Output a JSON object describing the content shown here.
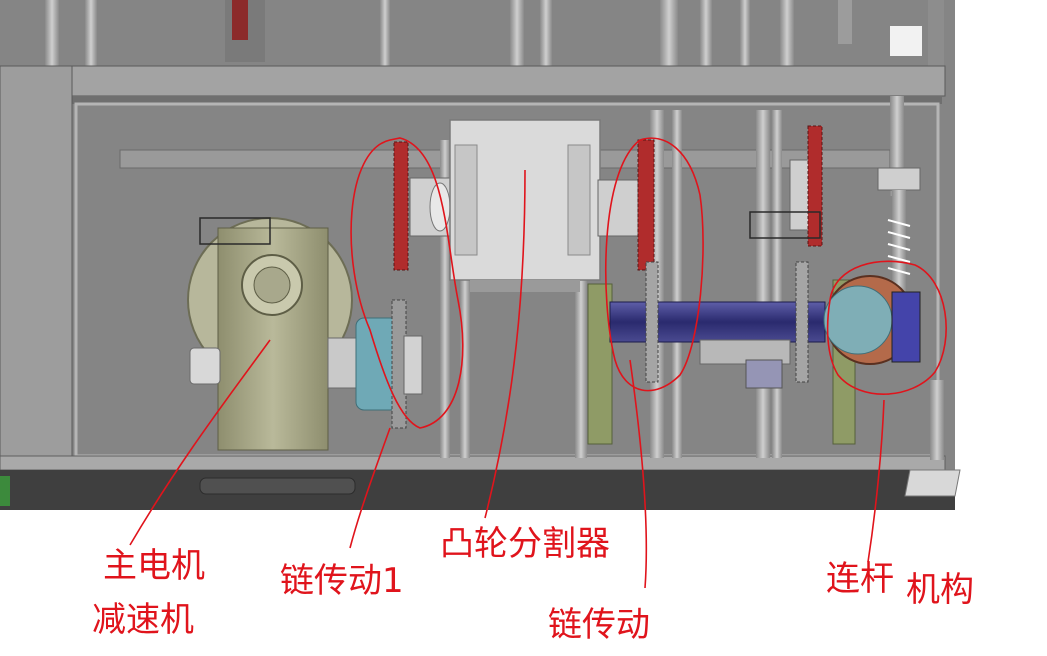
{
  "labels": {
    "main_motor": "主电机",
    "reducer": "减速机",
    "chain_drive_1": "链传动1",
    "cam_indexer": "凸轮分割器",
    "chain_drive": "链传动",
    "linkage_a": "连杆",
    "linkage_b": "机构"
  },
  "colors": {
    "annotation": "#e0141c",
    "frame": "#9a9a9a",
    "background": "#848484",
    "sprocket_red": "#b02c2c",
    "motor": "#a9a98a",
    "coupling": "#6fa9b6",
    "shaft": "#35357a",
    "cam_block": "#d8d8d8",
    "green_plate": "#8f9b66"
  }
}
